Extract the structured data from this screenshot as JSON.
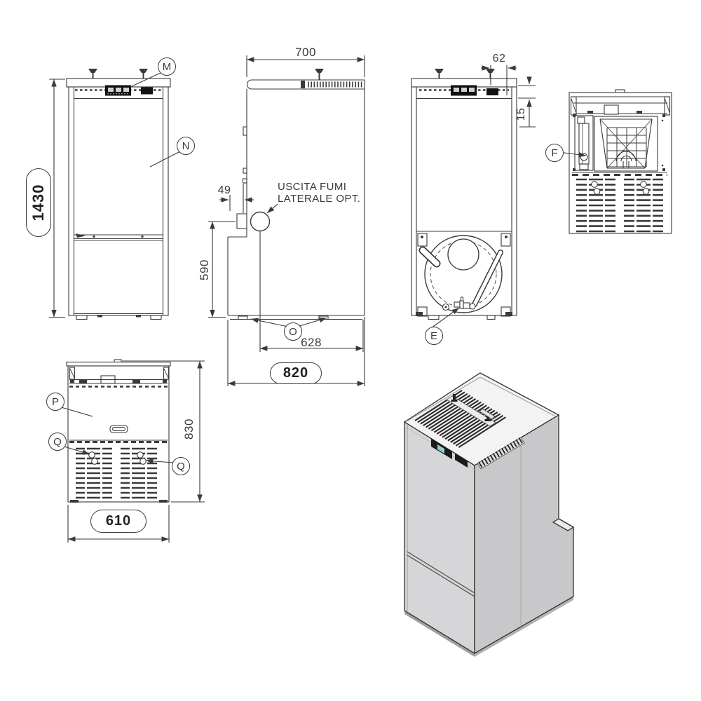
{
  "drawing": {
    "callouts": {
      "m": "M",
      "n": "N",
      "o": "O",
      "e": "E",
      "f": "F",
      "p": "P",
      "q_left": "Q",
      "q_right": "Q"
    },
    "dimensions": {
      "front_height": "1430",
      "side_top_depth": "700",
      "side_outlet_offset": "49",
      "side_outlet_height": "590",
      "side_outlet_to_front": "628",
      "side_total_depth": "820",
      "open_top_offset": "62",
      "open_top_inset": "15",
      "rear_height": "830",
      "rear_width": "610"
    },
    "annotations": {
      "side_outlet_line1": "USCITA FUMI",
      "side_outlet_line2": "LATERALE OPT."
    },
    "colors": {
      "line": "#3a3a3a",
      "iso_front": "#d6d6d8",
      "iso_side": "#c8c8ca",
      "iso_top": "#f3f3f3",
      "display_teal": "#8ecdd3",
      "panel_dark": "#1b1b1b"
    }
  }
}
